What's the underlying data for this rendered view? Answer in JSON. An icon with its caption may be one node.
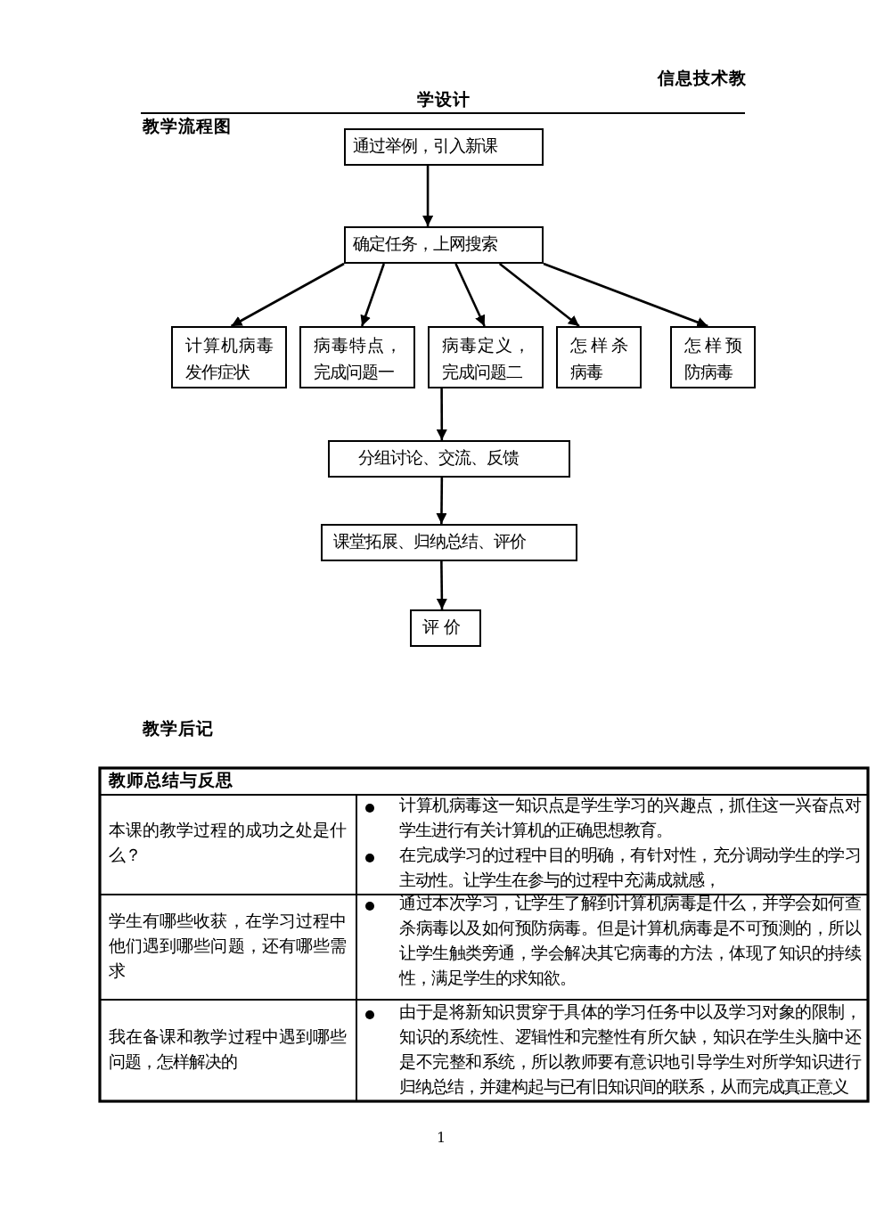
{
  "diagram": {
    "title": "信息技术教学设计",
    "nodes": [
      {
        "text": [
          "通过举例，引入新课"
        ]
      },
      {
        "text": [
          "确定任务，上网搜索"
        ]
      },
      {
        "text": [
          "计算机病毒发作症状"
        ]
      },
      {
        "text": [
          "病毒特点，完成问题一"
        ]
      },
      {
        "text": [
          "病毒定义，完成问题二"
        ]
      },
      {
        "text": [
          "怎样杀病毒"
        ]
      },
      {
        "text": [
          "怎样预防病毒"
        ]
      },
      {
        "text": [
          "分组讨论、交流、反馈"
        ]
      },
      {
        "text": [
          "课堂拓展、归纳总结、评价"
        ]
      },
      {
        "text": [
          "评 价"
        ]
      }
    ],
    "edges": [
      {
        "from": 0,
        "to": 1,
        "arrow": "to"
      },
      {
        "from": 1,
        "to": 2,
        "arrow": "to"
      },
      {
        "from": 1,
        "to": 3,
        "arrow": "to"
      },
      {
        "from": 1,
        "to": 4,
        "arrow": "to"
      },
      {
        "from": 1,
        "to": 5,
        "arrow": "to"
      },
      {
        "from": 1,
        "to": 6,
        "arrow": "to"
      },
      {
        "from": 4,
        "to": 7,
        "arrow": "to"
      },
      {
        "from": 7,
        "to": 8,
        "arrow": "to"
      },
      {
        "from": 8,
        "to": 9,
        "arrow": "to"
      }
    ],
    "labels": [
      "教学流程图",
      "教学后记",
      "教师总结与反思",
      "本课的教学过程的成功之处是什么？",
      "计算机病毒这一知识点是学生学习的兴趣点，抓住这一兴奋点对学生进行有关计算机的正确思想教育。",
      "在完成学习的过程中目的明确，有针对性，充分调动学生的学习主动性。让学生在参与的过程中充满成就感，",
      "学生有哪些收获，在学习过程中他们遇到哪些问题，还有哪些需求",
      "通过本次学习，让学生了解到计算机病毒是什么，并学会如何查杀病毒以及如何预防病毒。但是计算机病毒是不可预测的，所以让学生触类旁通，学会解决其它病毒的方法，体现了知识的持续性，满足学生的求知欲。",
      "我在备课和教学过程中遇到哪些问题，怎样解决的",
      "由于是将新知识贯穿于具体的学习任务中以及学习对象的限制，知识的系统性、逻辑性和完整性有所欠缺，知识在学生头脑中还是不完整和系统，所以教师要有意识地引导学生对所学知识进行归纳总结，并建构起与已有旧知识间的联系，从而完成真正意义",
      "1"
    ]
  }
}
